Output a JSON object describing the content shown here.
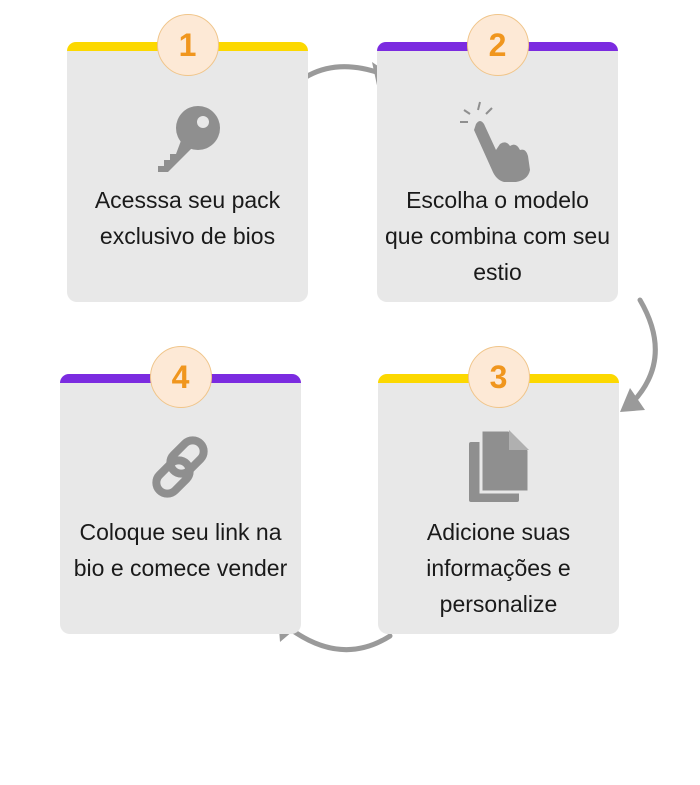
{
  "steps": [
    {
      "number": "1",
      "text": "Acesssa seu pack exclusivo de bios",
      "icon": "key-icon"
    },
    {
      "number": "2",
      "text": "Escolha o modelo que combina com seu estio",
      "icon": "pointing-hand-icon"
    },
    {
      "number": "3",
      "text": "Adicione suas informações e personalize",
      "icon": "documents-icon"
    },
    {
      "number": "4",
      "text": "Coloque seu link na bio e comece vender",
      "icon": "link-icon"
    }
  ],
  "colors": {
    "yellow": "#fcd800",
    "purple": "#7b2be0",
    "accent": "#f0961e",
    "card": "#e8e8e8",
    "icon": "#8f8f8f"
  }
}
